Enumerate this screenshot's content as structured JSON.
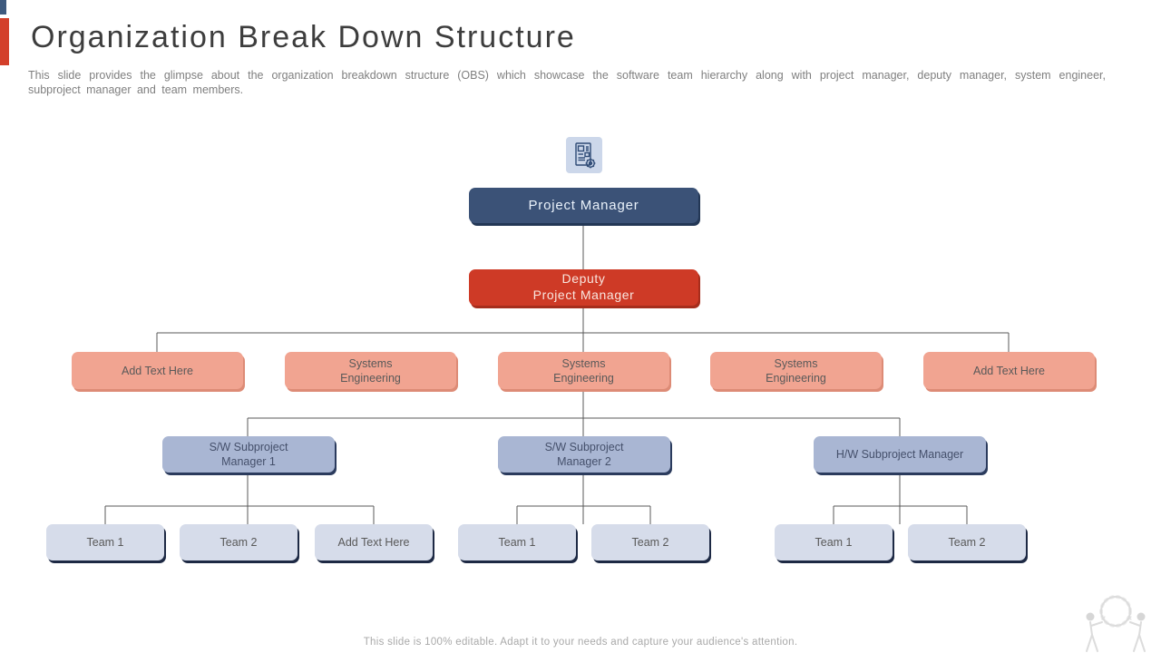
{
  "header": {
    "title": "Organization Break Down Structure",
    "subtitle": "This slide provides the glimpse about the organization breakdown structure (OBS) which showcase the software team hierarchy along with project manager, deputy manager, system engineer, subproject manager and team members."
  },
  "icons": {
    "chart_icon": "document-gear-icon",
    "watermark_icon": "two-people-turning-gear-icon"
  },
  "colors": {
    "navy": "#3b5277",
    "red": "#ce3a26",
    "salmon": "#f1a491",
    "steel_blue": "#a9b6d3",
    "lavender": "#d6dcea",
    "connector_gray": "#595959",
    "edge_bar_blue": "#3e5a7e",
    "edge_bar_red": "#d33f2a"
  },
  "org": {
    "root": {
      "label": "Project Manager"
    },
    "deputy": {
      "label": "Deputy\nProject Manager"
    },
    "level3": [
      {
        "label": "Add Text Here"
      },
      {
        "label": "Systems\nEngineering"
      },
      {
        "label": "Systems\nEngineering"
      },
      {
        "label": "Systems\nEngineering"
      },
      {
        "label": "Add Text Here"
      }
    ],
    "level4": [
      {
        "label": "S/W Subproject\nManager 1"
      },
      {
        "label": "S/W Subproject\nManager 2"
      },
      {
        "label": "H/W Subproject Manager"
      }
    ],
    "teams": {
      "group1": [
        "Team 1",
        "Team 2",
        "Add Text Here"
      ],
      "group2": [
        "Team 1",
        "Team 2"
      ],
      "group3": [
        "Team 1",
        "Team 2"
      ]
    }
  },
  "footer": {
    "note": "This slide is 100% editable. Adapt it to your needs and capture your audience's attention."
  }
}
